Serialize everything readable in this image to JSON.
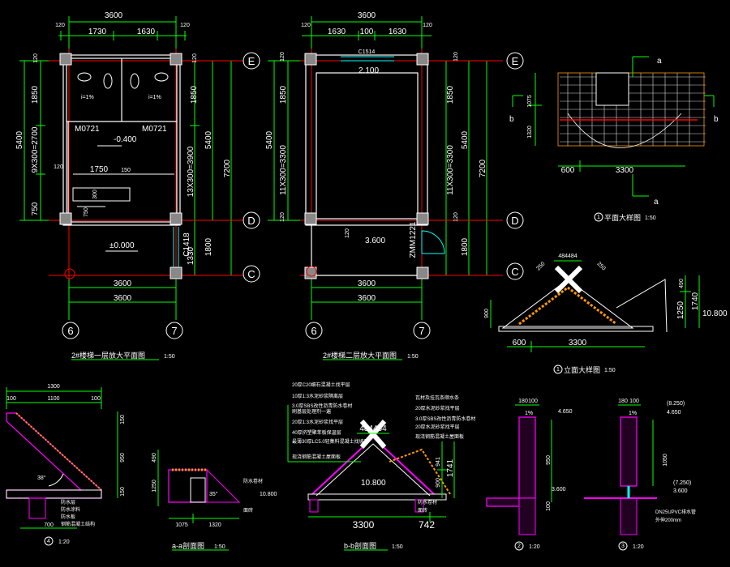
{
  "colors": {
    "background": "#000000",
    "dimension": "#00ff00",
    "wall": "#ff3333",
    "structure": "#ffffff",
    "hatch": "#ff00ff",
    "glass": "#00ffff",
    "roof": "#ff9900",
    "axis_line": "#ff0000"
  },
  "plan1": {
    "top_dims": [
      "3600",
      "120",
      "1730",
      "1630",
      "120"
    ],
    "left_dims": [
      "120",
      "1850",
      "5400",
      "9X300=2700",
      "120",
      "750"
    ],
    "right_dims": [
      "120",
      "1850",
      "5400",
      "13X300=3900",
      "7200",
      "1800",
      "1330"
    ],
    "doors": [
      "M0721",
      "M0721"
    ],
    "slopes": [
      "i=1%",
      "i=1%"
    ],
    "levels": [
      "-0.400",
      "±0.000"
    ],
    "stair_dims": [
      "1750",
      "150",
      "750",
      "300"
    ],
    "window": "C1418",
    "bottom_dims": [
      "3600",
      "3600"
    ],
    "axes": [
      "E",
      "D",
      "C",
      "6",
      "7"
    ],
    "title": "2#楼梯一层放大平面图",
    "scale": "1:50"
  },
  "plan2": {
    "top_dims": [
      "3600",
      "120",
      "1630",
      "100",
      "1630",
      "120"
    ],
    "window": "C1514",
    "left_dims": [
      "120",
      "1850",
      "5400",
      "11X300=3300",
      "120"
    ],
    "right_dims": [
      "120",
      "1850",
      "5400",
      "11X300=3300",
      "7200",
      "120",
      "1800"
    ],
    "levels": [
      "2.100",
      "3.600"
    ],
    "door": "ZMM1221",
    "stair_dim": "120",
    "bottom_dims": [
      "3600",
      "3600"
    ],
    "axes": [
      "E",
      "D",
      "C",
      "6",
      "7"
    ],
    "title": "2#楼梯二层放大平面图",
    "scale": "1:50"
  },
  "roof_plan": {
    "dims": [
      "1075",
      "1320",
      "600",
      "3300"
    ],
    "cuts": [
      "a",
      "a",
      "b",
      "b"
    ],
    "title_num": "1",
    "title": "平面大样图",
    "scale": "1:50"
  },
  "roof_elev": {
    "dims": [
      "484484",
      "250",
      "250",
      "490",
      "1250",
      "1740",
      "900",
      "600",
      "3300"
    ],
    "level": "10.800",
    "title_num": "1",
    "title": "立面大样图",
    "scale": "1:50"
  },
  "detail4": {
    "dims": [
      "1300",
      "100",
      "1100",
      "100",
      "150",
      "950",
      "150",
      "700"
    ],
    "angle": "38°",
    "notes": [
      "防水层",
      "防水涂料",
      "防水板",
      "钢筋混凝土结构"
    ],
    "num": "4",
    "scale": "1:20"
  },
  "section_aa": {
    "dims": [
      "490",
      "1250",
      "1075",
      "1320"
    ],
    "angle": "35°",
    "level": "10.800",
    "notes": [
      "防水卷材",
      "面砖"
    ],
    "title": "a-a剖面图",
    "scale": "1:50"
  },
  "section_bb": {
    "notes_left": [
      "20厚C20细石混凝土找平层",
      "10厚1:3水泥砂浆隔离层",
      "3.0厚SBS改性沥青防水卷材",
      "刷基层处理剂一遍",
      "20厚1:3水泥砂浆找平层",
      "40厚挤塑聚苯板保温层",
      "最薄30厚LC5.0轻集料混凝土找坡层",
      "现浇钢筋混凝土屋面板"
    ],
    "notes_right": [
      "瓦材及挂瓦条顺水条",
      "20厚水泥砂浆找平层",
      "3.0厚SBS改性沥青防水卷材",
      "20厚水泥砂浆找平层",
      "现浇钢筋混凝土屋面板"
    ],
    "dims": [
      "484484",
      "941",
      "1741",
      "900",
      "3300",
      "742"
    ],
    "level": "10.800",
    "notes_bottom": [
      "防水卷材",
      "面砖"
    ],
    "title": "b-b剖面图",
    "scale": "1:50"
  },
  "detail2": {
    "dims": [
      "180",
      "100",
      "1%",
      "4.650",
      "950",
      "3.600",
      "100"
    ],
    "num": "2",
    "scale": "1:20"
  },
  "detail3": {
    "dims": [
      "180",
      "100",
      "(8.250)",
      "4.650",
      "1%",
      "1050",
      "(7.250)",
      "3.600"
    ],
    "notes": [
      "DN25UPVC排水管",
      "外伸200mm"
    ],
    "num": "3",
    "scale": "1:20"
  }
}
